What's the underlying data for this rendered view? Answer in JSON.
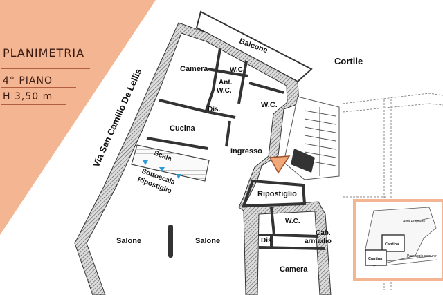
{
  "title_block": {
    "title": "PLANIMETRIA",
    "floor": "4° PIANO",
    "height": "H 3,50 m",
    "accent_color": "#f3b592",
    "divider_color": "#8a2a12"
  },
  "plan": {
    "street": "Via San Camillo De Lellis",
    "courtyard": "Cortile",
    "rooms": {
      "balcone": "Balcone",
      "camera_top": "Camera",
      "wc_small": "W.C.",
      "ant_wc_1": "Ant.",
      "ant_wc_2": "W.C.",
      "dis_top": "Dis.",
      "wc_right": "W.C.",
      "cucina": "Cucina",
      "ingresso": "Ingresso",
      "scala": "Scala",
      "sottoscala_1": "Sottoscala",
      "sottoscala_2": "Ripostiglio",
      "ripostiglio": "Ripostiglio",
      "salone_left": "Salone",
      "salone_right": "Salone",
      "wc_bottom": "W.C.",
      "cab_1": "Cab.",
      "cab_2": "armadio",
      "dis_bottom": "Dis.",
      "camera_bottom": "Camera"
    },
    "entrance_marker_color": "#f0a878",
    "arrow_color": "#2f9bd6"
  },
  "inset": {
    "border_color": "#f3b592",
    "labels": {
      "altra": "Altra Proprietà",
      "cantina_1": "Cantina",
      "cantina_2": "Cantina",
      "passaggio": "Passaggio comune"
    }
  }
}
